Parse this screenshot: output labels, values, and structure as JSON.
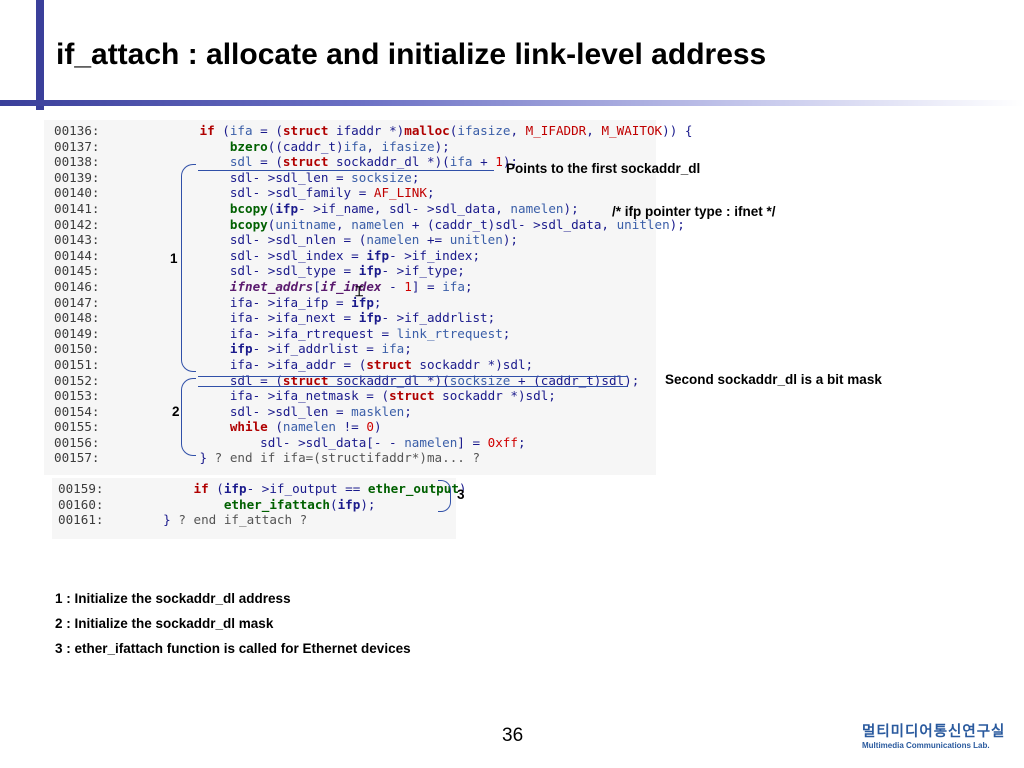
{
  "slide": {
    "title": "if_attach : allocate and initialize link-level address",
    "page_number": "36"
  },
  "code_a": [
    {
      "num": "00136:",
      "parts": [
        [
          "      ",
          ""
        ],
        [
          "if",
          "kw"
        ],
        [
          " (",
          "plain"
        ],
        [
          "ifa",
          "nm"
        ],
        [
          " = (",
          "plain"
        ],
        [
          "struct",
          "kw"
        ],
        [
          " ifaddr *)",
          "plain"
        ],
        [
          "malloc",
          "kw"
        ],
        [
          "(",
          "plain"
        ],
        [
          "ifasize",
          "nm"
        ],
        [
          ", ",
          "plain"
        ],
        [
          "M_IFADDR",
          "mac"
        ],
        [
          ", ",
          "plain"
        ],
        [
          "M_WAITOK",
          "mac"
        ],
        [
          ")) {",
          "plain"
        ]
      ]
    },
    {
      "num": "00137:",
      "parts": [
        [
          "          ",
          ""
        ],
        [
          "bzero",
          "fn"
        ],
        [
          "((caddr_t)",
          "plain"
        ],
        [
          "ifa",
          "nm"
        ],
        [
          ", ",
          "plain"
        ],
        [
          "ifasize",
          "nm"
        ],
        [
          ");",
          "plain"
        ]
      ]
    },
    {
      "num": "00138:",
      "parts": [
        [
          "          ",
          ""
        ],
        [
          "sdl",
          "nm"
        ],
        [
          " = (",
          "plain"
        ],
        [
          "struct",
          "kw"
        ],
        [
          " sockaddr_dl *)(",
          "plain"
        ],
        [
          "ifa",
          "nm"
        ],
        [
          " + ",
          "plain"
        ],
        [
          "1",
          "num"
        ],
        [
          ");",
          "plain"
        ]
      ]
    },
    {
      "num": "00139:",
      "parts": [
        [
          "          ",
          ""
        ],
        [
          "sdl- >sdl_len = ",
          "plain"
        ],
        [
          "socksize",
          "nm"
        ],
        [
          ";",
          "plain"
        ]
      ]
    },
    {
      "num": "00140:",
      "parts": [
        [
          "          ",
          ""
        ],
        [
          "sdl- >sdl_family = ",
          "plain"
        ],
        [
          "AF_LINK",
          "mac"
        ],
        [
          ";",
          "plain"
        ]
      ]
    },
    {
      "num": "00141:",
      "parts": [
        [
          "          ",
          ""
        ],
        [
          "bcopy",
          "fn"
        ],
        [
          "(",
          "plain"
        ],
        [
          "ifp",
          "ifp"
        ],
        [
          "- >if_name, sdl- >sdl_data, ",
          "plain"
        ],
        [
          "namelen",
          "nm"
        ],
        [
          ");",
          "plain"
        ]
      ]
    },
    {
      "num": "00142:",
      "parts": [
        [
          "          ",
          ""
        ],
        [
          "bcopy",
          "fn"
        ],
        [
          "(",
          "plain"
        ],
        [
          "unitname",
          "nm"
        ],
        [
          ", ",
          "plain"
        ],
        [
          "namelen",
          "nm"
        ],
        [
          " + (caddr_t)sdl- >sdl_data, ",
          "plain"
        ],
        [
          "unitlen",
          "nm"
        ],
        [
          ");",
          "plain"
        ]
      ]
    },
    {
      "num": "00143:",
      "parts": [
        [
          "          ",
          ""
        ],
        [
          "sdl- >sdl_nlen = (",
          "plain"
        ],
        [
          "namelen",
          "nm"
        ],
        [
          " += ",
          "plain"
        ],
        [
          "unitlen",
          "nm"
        ],
        [
          ");",
          "plain"
        ]
      ]
    },
    {
      "num": "00144:",
      "parts": [
        [
          "          ",
          ""
        ],
        [
          "sdl- >sdl_index = ",
          "plain"
        ],
        [
          "ifp",
          "ifp"
        ],
        [
          "- >if_index;",
          "plain"
        ]
      ]
    },
    {
      "num": "00145:",
      "parts": [
        [
          "          ",
          ""
        ],
        [
          "sdl- >sdl_type = ",
          "plain"
        ],
        [
          "ifp",
          "ifp"
        ],
        [
          "- >if_type;",
          "plain"
        ]
      ]
    },
    {
      "num": "00146:",
      "parts": [
        [
          "          ",
          ""
        ],
        [
          "ifnet_addrs",
          "it"
        ],
        [
          "[",
          "plain"
        ],
        [
          "if_index",
          "it"
        ],
        [
          " - ",
          "plain"
        ],
        [
          "1",
          "num"
        ],
        [
          "] = ",
          "plain"
        ],
        [
          "ifa",
          "nm"
        ],
        [
          ";",
          "plain"
        ]
      ]
    },
    {
      "num": "00147:",
      "parts": [
        [
          "          ",
          ""
        ],
        [
          "ifa- >ifa_ifp = ",
          "plain"
        ],
        [
          "ifp",
          "ifp"
        ],
        [
          ";",
          "plain"
        ]
      ]
    },
    {
      "num": "00148:",
      "parts": [
        [
          "          ",
          ""
        ],
        [
          "ifa- >ifa_next = ",
          "plain"
        ],
        [
          "ifp",
          "ifp"
        ],
        [
          "- >if_addrlist;",
          "plain"
        ]
      ]
    },
    {
      "num": "00149:",
      "parts": [
        [
          "          ",
          ""
        ],
        [
          "ifa- >ifa_rtrequest = ",
          "plain"
        ],
        [
          "link_rtrequest",
          "nm"
        ],
        [
          ";",
          "plain"
        ]
      ]
    },
    {
      "num": "00150:",
      "parts": [
        [
          "          ",
          ""
        ],
        [
          "ifp",
          "ifp"
        ],
        [
          "- >if_addrlist = ",
          "plain"
        ],
        [
          "ifa",
          "nm"
        ],
        [
          ";",
          "plain"
        ]
      ]
    },
    {
      "num": "00151:",
      "parts": [
        [
          "          ",
          ""
        ],
        [
          "ifa- >ifa_addr = (",
          "plain"
        ],
        [
          "struct",
          "kw"
        ],
        [
          " sockaddr *)sdl;",
          "plain"
        ]
      ]
    },
    {
      "num": "00152:",
      "parts": [
        [
          "          ",
          ""
        ],
        [
          "sdl = (",
          "plain"
        ],
        [
          "struct",
          "kw"
        ],
        [
          " sockaddr_dl *)(",
          "plain"
        ],
        [
          "socksize",
          "nm"
        ],
        [
          " + (caddr_t)sdl);",
          "plain"
        ]
      ]
    },
    {
      "num": "00153:",
      "parts": [
        [
          "          ",
          ""
        ],
        [
          "ifa- >ifa_netmask = (",
          "plain"
        ],
        [
          "struct",
          "kw"
        ],
        [
          " sockaddr *)sdl;",
          "plain"
        ]
      ]
    },
    {
      "num": "00154:",
      "parts": [
        [
          "          ",
          ""
        ],
        [
          "sdl- >sdl_len = ",
          "plain"
        ],
        [
          "masklen",
          "nm"
        ],
        [
          ";",
          "plain"
        ]
      ]
    },
    {
      "num": "00155:",
      "parts": [
        [
          "          ",
          ""
        ],
        [
          "while",
          "kw"
        ],
        [
          " (",
          "plain"
        ],
        [
          "namelen",
          "nm"
        ],
        [
          " != ",
          "plain"
        ],
        [
          "0",
          "num"
        ],
        [
          ")",
          "plain"
        ]
      ]
    },
    {
      "num": "00156:",
      "parts": [
        [
          "              ",
          ""
        ],
        [
          "sdl- >sdl_data[- - ",
          "plain"
        ],
        [
          "namelen",
          "nm"
        ],
        [
          "] = ",
          "plain"
        ],
        [
          "0xff",
          "num"
        ],
        [
          ";",
          "plain"
        ]
      ]
    },
    {
      "num": "00157:",
      "parts": [
        [
          "      ",
          ""
        ],
        [
          "}",
          "plain"
        ],
        [
          " ? end if ifa=(structifaddr*)ma... ?",
          "cm"
        ]
      ]
    }
  ],
  "code_b": [
    {
      "num": "00159:",
      "parts": [
        [
          "      ",
          ""
        ],
        [
          "if",
          "kw"
        ],
        [
          " (",
          "plain"
        ],
        [
          "ifp",
          "ifp"
        ],
        [
          "- >if_output == ",
          "plain"
        ],
        [
          "ether_output",
          "fn"
        ],
        [
          ")",
          "plain"
        ]
      ]
    },
    {
      "num": "00160:",
      "parts": [
        [
          "          ",
          ""
        ],
        [
          "ether_ifattach",
          "fn"
        ],
        [
          "(",
          "plain"
        ],
        [
          "ifp",
          "ifp"
        ],
        [
          ");",
          "plain"
        ]
      ]
    },
    {
      "num": "00161:",
      "parts": [
        [
          "  ",
          ""
        ],
        [
          "}",
          "plain"
        ],
        [
          " ? end if_attach ?",
          "cm"
        ]
      ]
    }
  ],
  "labels": {
    "one": "1",
    "two": "2",
    "three": "3"
  },
  "annotations": {
    "first_sockaddr": "Points to the first sockaddr_dl",
    "ifp_type": "/*  ifp pointer type : ifnet */",
    "second_sockaddr": "Second sockaddr_dl is a bit mask"
  },
  "legend": [
    "1 : Initialize the sockaddr_dl address",
    "2 : Initialize the sockaddr_dl mask",
    "3 : ether_ifattach function is called for Ethernet devices"
  ],
  "logo": {
    "korean": "멀티미디어통신연구실",
    "english": "Multimedia Communications Lab."
  }
}
